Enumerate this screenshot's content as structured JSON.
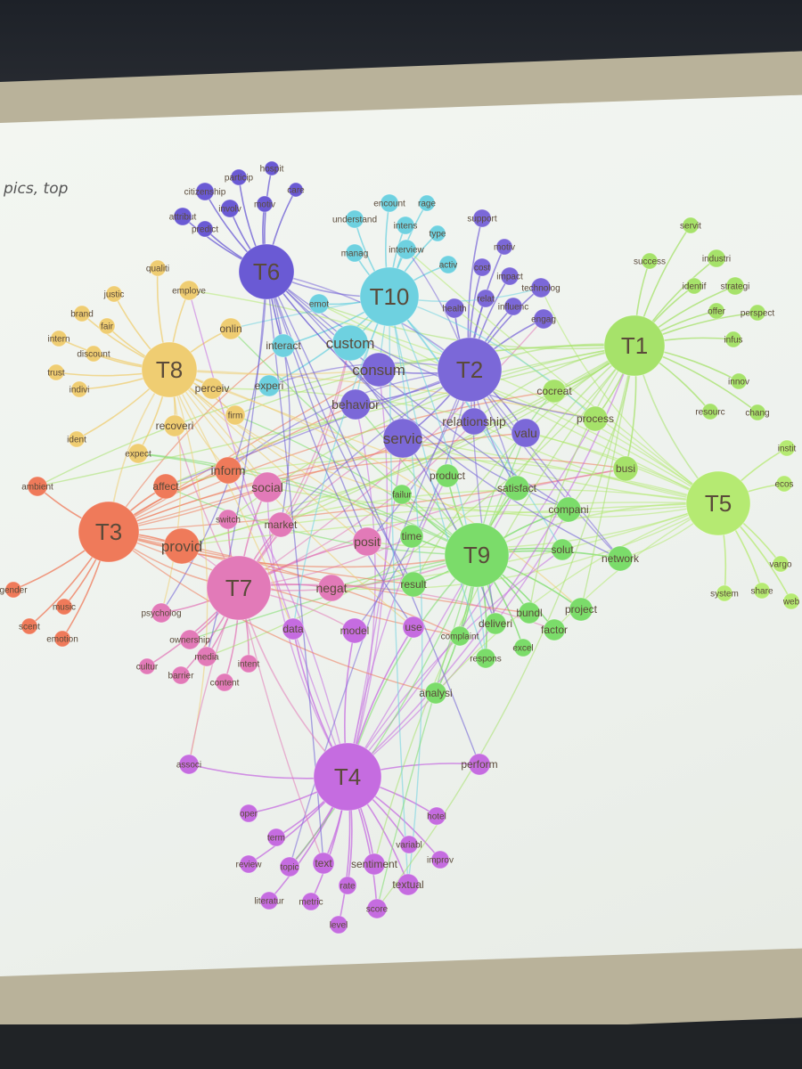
{
  "slide": {
    "caption": "pics, top"
  },
  "colors": {
    "T1": "#a6e26a",
    "T2": "#7b68d8",
    "T3": "#ef7a5a",
    "T4": "#c56ce0",
    "T5": "#b5ea72",
    "T6": "#6a5ad4",
    "T7": "#e27ab8",
    "T8": "#efcd72",
    "T9": "#7bdc6a",
    "T10": "#6ed1e0"
  },
  "topics": [
    {
      "id": "T1",
      "label": "T1"
    },
    {
      "id": "T2",
      "label": "T2"
    },
    {
      "id": "T3",
      "label": "T3"
    },
    {
      "id": "T4",
      "label": "T4"
    },
    {
      "id": "T5",
      "label": "T5"
    },
    {
      "id": "T6",
      "label": "T6"
    },
    {
      "id": "T7",
      "label": "T7"
    },
    {
      "id": "T8",
      "label": "T8"
    },
    {
      "id": "T9",
      "label": "T9"
    },
    {
      "id": "T10",
      "label": "T10"
    }
  ],
  "terms": [
    {
      "label": "hospit",
      "topic": "T6"
    },
    {
      "label": "particip",
      "topic": "T6"
    },
    {
      "label": "citizenship",
      "topic": "T6"
    },
    {
      "label": "involv",
      "topic": "T6"
    },
    {
      "label": "motiv",
      "topic": "T6"
    },
    {
      "label": "care",
      "topic": "T6"
    },
    {
      "label": "attribut",
      "topic": "T6"
    },
    {
      "label": "predict",
      "topic": "T6"
    },
    {
      "label": "understand",
      "topic": "T10"
    },
    {
      "label": "encount",
      "topic": "T10"
    },
    {
      "label": "rage",
      "topic": "T10"
    },
    {
      "label": "intens",
      "topic": "T10"
    },
    {
      "label": "type",
      "topic": "T10"
    },
    {
      "label": "manag",
      "topic": "T10"
    },
    {
      "label": "interview",
      "topic": "T10"
    },
    {
      "label": "activ",
      "topic": "T10"
    },
    {
      "label": "emot",
      "topic": "T10"
    },
    {
      "label": "interact",
      "topic": "T10"
    },
    {
      "label": "custom",
      "topic": "T10"
    },
    {
      "label": "experi",
      "topic": "T10"
    },
    {
      "label": "support",
      "topic": "T2"
    },
    {
      "label": "motiv",
      "topic": "T2"
    },
    {
      "label": "cost",
      "topic": "T2"
    },
    {
      "label": "impact",
      "topic": "T2"
    },
    {
      "label": "technolog",
      "topic": "T2"
    },
    {
      "label": "health",
      "topic": "T2"
    },
    {
      "label": "relat",
      "topic": "T2"
    },
    {
      "label": "influenc",
      "topic": "T2"
    },
    {
      "label": "engag",
      "topic": "T2"
    },
    {
      "label": "consum",
      "topic": "T2"
    },
    {
      "label": "behavior",
      "topic": "T2"
    },
    {
      "label": "relationship",
      "topic": "T2"
    },
    {
      "label": "servic",
      "topic": "T2"
    },
    {
      "label": "valu",
      "topic": "T2"
    },
    {
      "label": "servit",
      "topic": "T1"
    },
    {
      "label": "success",
      "topic": "T1"
    },
    {
      "label": "industri",
      "topic": "T1"
    },
    {
      "label": "identif",
      "topic": "T1"
    },
    {
      "label": "strategi",
      "topic": "T1"
    },
    {
      "label": "offer",
      "topic": "T1"
    },
    {
      "label": "perspect",
      "topic": "T1"
    },
    {
      "label": "infus",
      "topic": "T1"
    },
    {
      "label": "innov",
      "topic": "T1"
    },
    {
      "label": "resourc",
      "topic": "T1"
    },
    {
      "label": "chang",
      "topic": "T1"
    },
    {
      "label": "cocreat",
      "topic": "T1"
    },
    {
      "label": "process",
      "topic": "T1"
    },
    {
      "label": "busi",
      "topic": "T1"
    },
    {
      "label": "instit",
      "topic": "T5"
    },
    {
      "label": "ecos",
      "topic": "T5"
    },
    {
      "label": "vargo",
      "topic": "T5"
    },
    {
      "label": "system",
      "topic": "T5"
    },
    {
      "label": "share",
      "topic": "T5"
    },
    {
      "label": "web",
      "topic": "T5"
    },
    {
      "label": "qualiti",
      "topic": "T8"
    },
    {
      "label": "justic",
      "topic": "T8"
    },
    {
      "label": "employe",
      "topic": "T8"
    },
    {
      "label": "brand",
      "topic": "T8"
    },
    {
      "label": "fair",
      "topic": "T8"
    },
    {
      "label": "intern",
      "topic": "T8"
    },
    {
      "label": "discount",
      "topic": "T8"
    },
    {
      "label": "trust",
      "topic": "T8"
    },
    {
      "label": "indivi",
      "topic": "T8"
    },
    {
      "label": "onlin",
      "topic": "T8"
    },
    {
      "label": "perceiv",
      "topic": "T8"
    },
    {
      "label": "firm",
      "topic": "T8"
    },
    {
      "label": "recoveri",
      "topic": "T8"
    },
    {
      "label": "ident",
      "topic": "T8"
    },
    {
      "label": "expect",
      "topic": "T8"
    },
    {
      "label": "ambient",
      "topic": "T3"
    },
    {
      "label": "affect",
      "topic": "T3"
    },
    {
      "label": "inform",
      "topic": "T3"
    },
    {
      "label": "provid",
      "topic": "T3"
    },
    {
      "label": "music",
      "topic": "T3"
    },
    {
      "label": "scent",
      "topic": "T3"
    },
    {
      "label": "emotion",
      "topic": "T3"
    },
    {
      "label": "gender",
      "topic": "T3"
    },
    {
      "label": "social",
      "topic": "T7"
    },
    {
      "label": "switch",
      "topic": "T7"
    },
    {
      "label": "market",
      "topic": "T7"
    },
    {
      "label": "posit",
      "topic": "T7"
    },
    {
      "label": "negat",
      "topic": "T7"
    },
    {
      "label": "psycholog",
      "topic": "T7"
    },
    {
      "label": "ownership",
      "topic": "T7"
    },
    {
      "label": "media",
      "topic": "T7"
    },
    {
      "label": "cultur",
      "topic": "T7"
    },
    {
      "label": "barrier",
      "topic": "T7"
    },
    {
      "label": "intent",
      "topic": "T7"
    },
    {
      "label": "content",
      "topic": "T7"
    },
    {
      "label": "product",
      "topic": "T9"
    },
    {
      "label": "failur",
      "topic": "T9"
    },
    {
      "label": "satisfact",
      "topic": "T9"
    },
    {
      "label": "compani",
      "topic": "T9"
    },
    {
      "label": "time",
      "topic": "T9"
    },
    {
      "label": "solut",
      "topic": "T9"
    },
    {
      "label": "network",
      "topic": "T9"
    },
    {
      "label": "result",
      "topic": "T9"
    },
    {
      "label": "deliveri",
      "topic": "T9"
    },
    {
      "label": "bundl",
      "topic": "T9"
    },
    {
      "label": "project",
      "topic": "T9"
    },
    {
      "label": "complaint",
      "topic": "T9"
    },
    {
      "label": "factor",
      "topic": "T9"
    },
    {
      "label": "excel",
      "topic": "T9"
    },
    {
      "label": "respons",
      "topic": "T9"
    },
    {
      "label": "analysi",
      "topic": "T9"
    },
    {
      "label": "data",
      "topic": "T4"
    },
    {
      "label": "model",
      "topic": "T4"
    },
    {
      "label": "use",
      "topic": "T4"
    },
    {
      "label": "associ",
      "topic": "T4"
    },
    {
      "label": "perform",
      "topic": "T4"
    },
    {
      "label": "oper",
      "topic": "T4"
    },
    {
      "label": "hotel",
      "topic": "T4"
    },
    {
      "label": "term",
      "topic": "T4"
    },
    {
      "label": "review",
      "topic": "T4"
    },
    {
      "label": "topic",
      "topic": "T4"
    },
    {
      "label": "text",
      "topic": "T4"
    },
    {
      "label": "sentiment",
      "topic": "T4"
    },
    {
      "label": "variabl",
      "topic": "T4"
    },
    {
      "label": "improv",
      "topic": "T4"
    },
    {
      "label": "literatur",
      "topic": "T4"
    },
    {
      "label": "metric",
      "topic": "T4"
    },
    {
      "label": "rate",
      "topic": "T4"
    },
    {
      "label": "textual",
      "topic": "T4"
    },
    {
      "label": "score",
      "topic": "T4"
    },
    {
      "label": "level",
      "topic": "T4"
    }
  ]
}
